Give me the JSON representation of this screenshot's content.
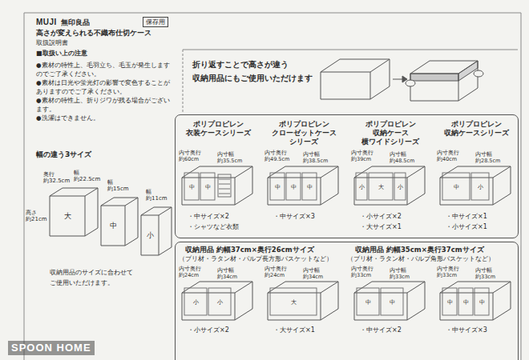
{
  "diagram": {
    "title": "高さが変えられる不織布仕切ケース",
    "nodes": [
      {
        "text": [
          "保存用"
        ]
      },
      {
        "text": [
          "ポリプロピレン 衣装ケースシリーズ",
          "ポリプロピレン クローゼットケース シリーズ",
          "ポリプロピレン 収納ケース 横ワイドシリーズ",
          "ポリプロピレン 収納ケースシリーズ",
          "・中サイズ×2",
          "・シャツなど衣類",
          "・中サイズ×3",
          "・小サイズ×2",
          "・大サイズ×1",
          "・中サイズ×1",
          "・小サイズ×1"
        ]
      },
      {
        "text": [
          "収納用品 約幅37cm×奥行26cmサイズ",
          "（ブリ材・ラタン材・パルプ長方形バスケットなど）",
          "収納用品 約幅35cm×奥行37cmサイズ",
          "（ブリ材・ラタン材・パルプ角形バスケットなど）",
          "・小サイズ×2",
          "・大サイズ×1",
          "・中サイズ×2",
          "・中サイズ×3"
        ]
      }
    ],
    "labels": [
      "MUJI",
      "無印良品",
      "取扱説明書",
      "■取扱い上の注意",
      "●素材の特性上、毛羽立ち、毛玉が発生しますのでご了承ください。",
      "●素材は日光や蛍光灯の影響で変色することがありますのでご了承ください。",
      "●素材の特性上、折りジワが残る場合がございます。",
      "●洗濯はできません。",
      "折り返すことで高さが違う 収納用品にもご使用いただけます",
      "幅の違う3サイズ",
      "奥行 約32.5cm",
      "幅 約22.5cm",
      "幅 約15cm",
      "幅 約11cm",
      "高さ 約21cm",
      "大",
      "中",
      "小",
      "収納用品のサイズに合わせて ご使用いただけます。",
      "内寸奥行 約60cm",
      "内寸幅 約35.5cm",
      "内寸奥行 約49.5cm",
      "内寸幅 約38.5cm",
      "内寸奥行 約39cm",
      "内寸幅 約48.5cm",
      "内寸奥行 約40cm",
      "内寸幅 約28.5cm",
      "内寸奥行 約24cm",
      "内寸幅 約34cm",
      "内寸奥行 約24cm",
      "内寸幅 約34cm",
      "内寸奥行 約33cm",
      "内寸幅 約33cm",
      "内寸奥行 約33cm",
      "内寸幅 約33cm",
      "SPOON HOME",
      "中",
      "中",
      "中",
      "中",
      "中",
      "小",
      "大",
      "小",
      "中",
      "小",
      "小",
      "小",
      "大",
      "中",
      "中",
      "中",
      "中",
      "中"
    ]
  }
}
